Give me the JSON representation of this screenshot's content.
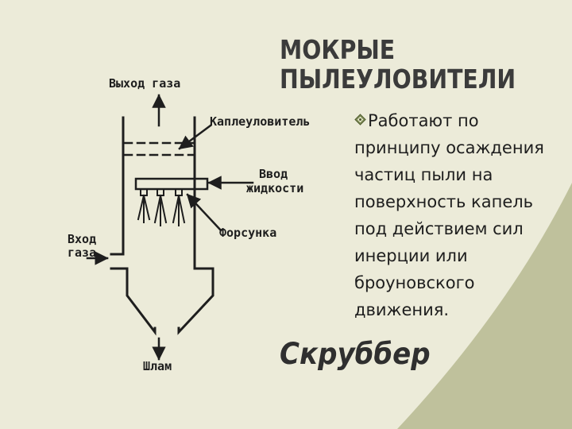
{
  "slide": {
    "title_lines": [
      "МОКРЫЕ",
      "ПЫЛЕУЛОВИТЕЛИ"
    ],
    "body_lines": [
      "Работают по",
      "принципу осаждения",
      "частиц пыли на",
      "поверхность капель",
      "под действием сил",
      "инерции или",
      "броуновского",
      "движения."
    ],
    "bullet_icon": "diamond-bullet-icon",
    "subtitle": "Скруббер",
    "colors": {
      "background": "#ecebd9",
      "corner_accent": "#bfc19c",
      "title": "#3b3b3b",
      "text": "#1e1e1e"
    }
  },
  "diagram": {
    "labels": {
      "gas_outlet": "Выход газа",
      "droplet_catcher": "Каплеуловитель",
      "liquid_inlet_line1": "Ввод",
      "liquid_inlet_line2": "жидкости",
      "nozzle": "Форсунка",
      "gas_inlet_line1": "Вход",
      "gas_inlet_line2": "газа",
      "sludge": "Шлам"
    }
  }
}
